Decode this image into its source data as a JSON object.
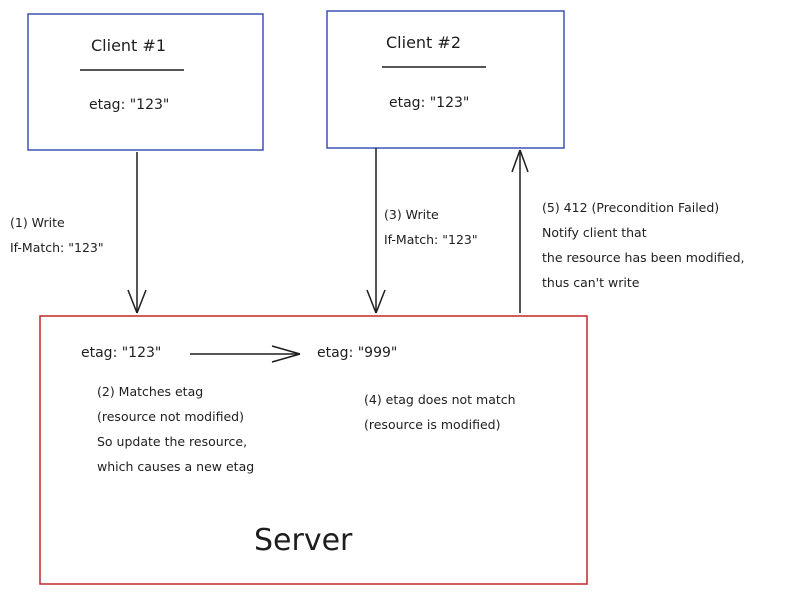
{
  "client1": {
    "title": "Client #1",
    "etag": "etag: \"123\""
  },
  "client2": {
    "title": "Client #2",
    "etag": "etag: \"123\""
  },
  "server": {
    "title": "Server",
    "etag_old": "etag: \"123\"",
    "etag_new": "etag: \"999\"",
    "note_match": [
      "(2) Matches etag",
      "(resource not modified)",
      "So update the resource,",
      "which causes a new etag"
    ],
    "note_mismatch": [
      "(4) etag does not match",
      "(resource is modified)"
    ]
  },
  "requests": {
    "write1": [
      "(1) Write",
      "If-Match: \"123\""
    ],
    "write2": [
      "(3) Write",
      "If-Match: \"123\""
    ],
    "response": [
      "(5) 412 (Precondition Failed)",
      "Notify client that",
      "the resource has been modified,",
      "thus can't write"
    ]
  },
  "colors": {
    "client_border": "#3b54b5",
    "server_border": "#c0282a",
    "stroke": "#1e1e1e"
  }
}
